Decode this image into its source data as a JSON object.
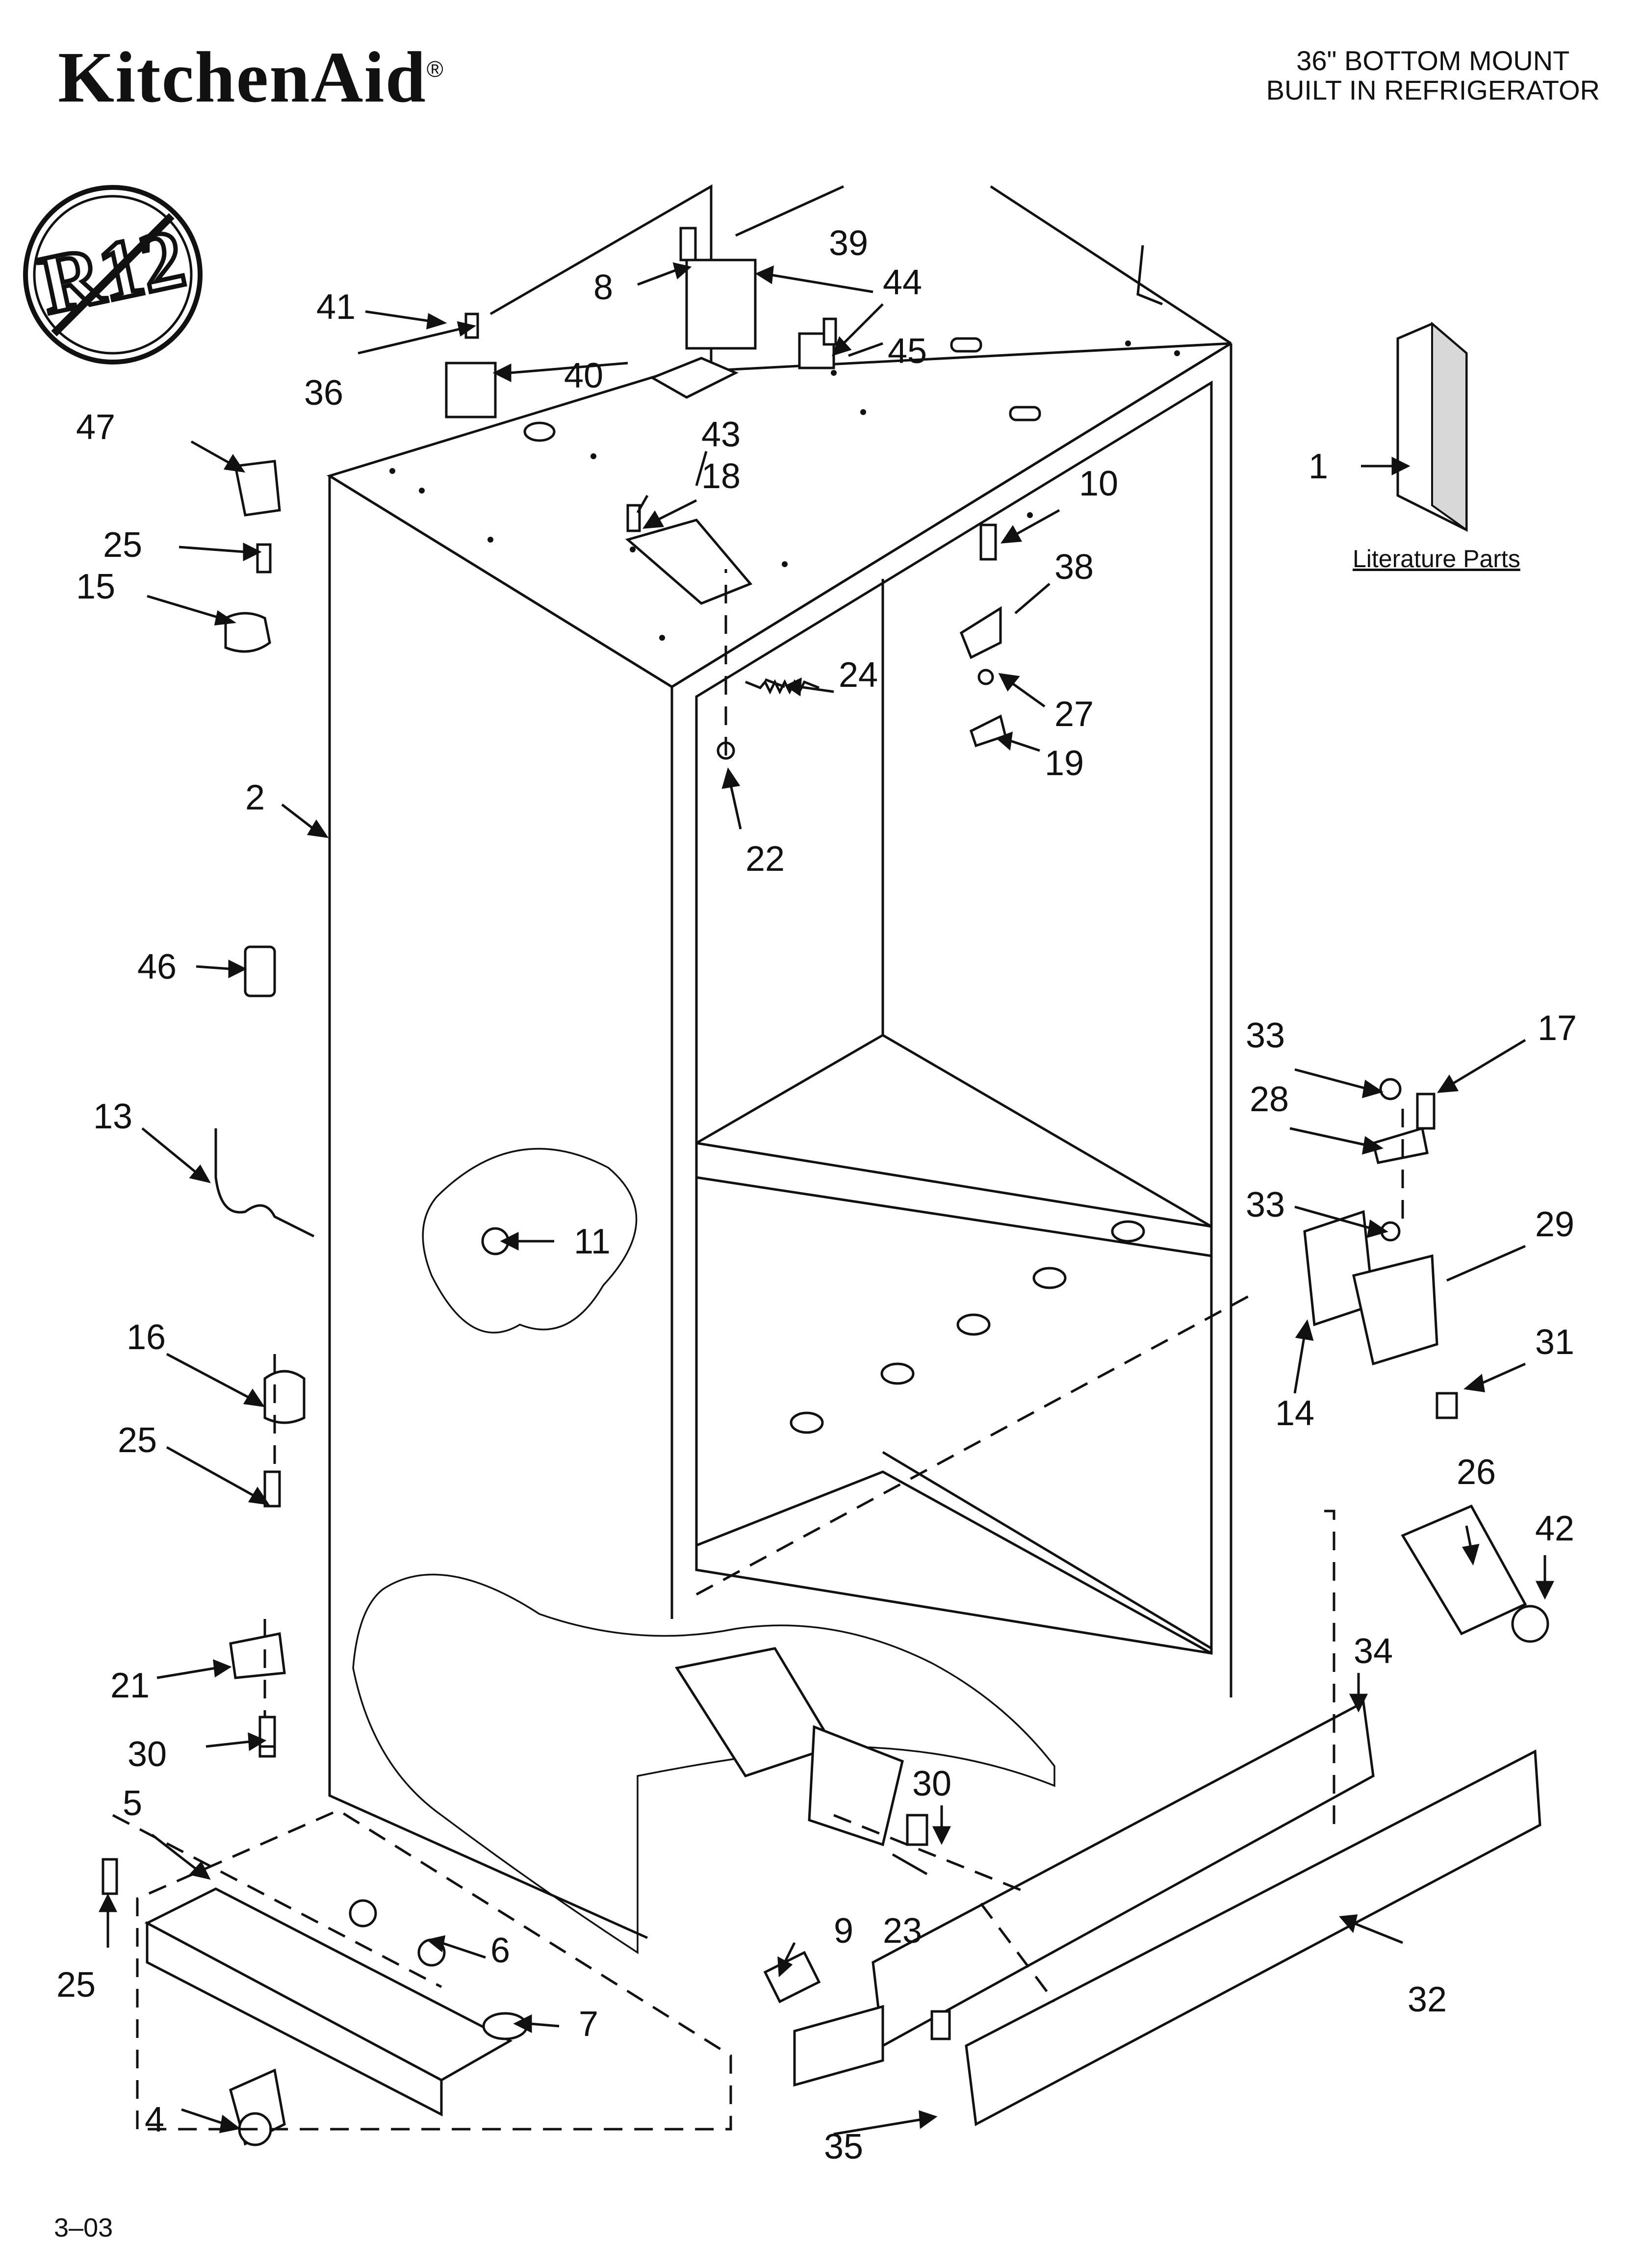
{
  "header": {
    "brand": "KitchenAid",
    "brand_mark": "®",
    "model_line1": "36\" BOTTOM MOUNT",
    "model_line2": "BUILT IN REFRIGERATOR"
  },
  "badge": {
    "text": "R12",
    "icon": "no-r12-refrigerant-icon"
  },
  "literature": {
    "label": "Literature Parts"
  },
  "footer": {
    "code": "3–03"
  },
  "callouts": [
    "1",
    "2",
    "4",
    "5",
    "6",
    "7",
    "8",
    "9",
    "10",
    "11",
    "13",
    "14",
    "15",
    "16",
    "17",
    "18",
    "19",
    "21",
    "22",
    "23",
    "24",
    "25",
    "25",
    "25",
    "26",
    "27",
    "28",
    "29",
    "30",
    "30",
    "31",
    "32",
    "33",
    "33",
    "34",
    "35",
    "36",
    "38",
    "39",
    "40",
    "41",
    "42",
    "43",
    "44",
    "45",
    "46",
    "47"
  ]
}
